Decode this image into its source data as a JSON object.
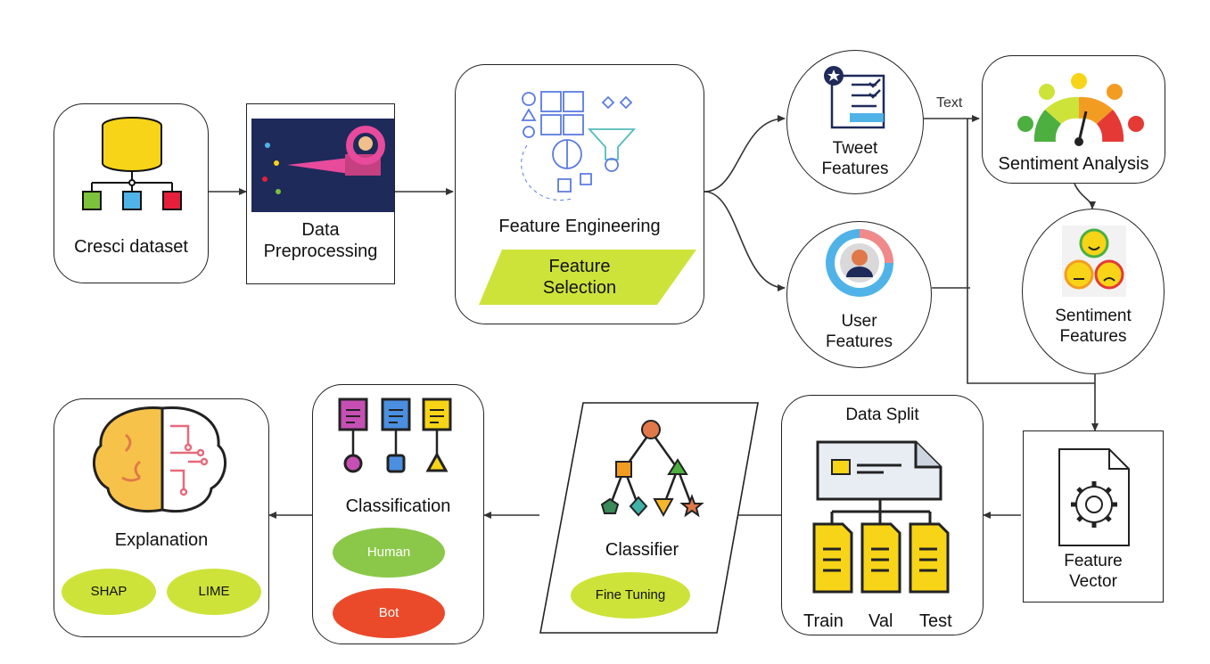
{
  "nodes": {
    "cresci": {
      "label": "Cresci dataset"
    },
    "preprocessing": {
      "line1": "Data",
      "line2": "Preprocessing"
    },
    "feature_engineering": {
      "label": "Feature Engineering",
      "selection_line1": "Feature",
      "selection_line2": "Selection"
    },
    "tweet_features": {
      "line1": "Tweet",
      "line2": "Features"
    },
    "user_features": {
      "line1": "User",
      "line2": "Features"
    },
    "sentiment_analysis": {
      "label": "Sentiment Analysis"
    },
    "sentiment_features": {
      "line1": "Sentiment",
      "line2": "Features"
    },
    "feature_vector": {
      "line1": "Feature",
      "line2": "Vector"
    },
    "data_split": {
      "title": "Data Split",
      "train": "Train",
      "val": "Val",
      "test": "Test"
    },
    "classifier": {
      "label": "Classifier",
      "fine_tuning": "Fine Tuning"
    },
    "classification": {
      "label": "Classification",
      "human": "Human",
      "bot": "Bot"
    },
    "explanation": {
      "label": "Explanation",
      "shap": "SHAP",
      "lime": "LIME"
    }
  },
  "edges": {
    "text_label": "Text"
  },
  "colors": {
    "lime_green": "#cde33a",
    "human_green": "#8bc84a",
    "bot_red": "#ea4a2a",
    "yellow": "#f7d417",
    "sentiment_green": "#4caf3f",
    "sentiment_red": "#e53935",
    "sentiment_orange": "#f39c22"
  },
  "icons": [
    "database-icon",
    "funnel-pipeline-icon",
    "feature-engineering-icon",
    "tweet-document-icon",
    "user-profile-icon",
    "sentiment-gauge-icon",
    "emoji-faces-icon",
    "gear-document-icon",
    "data-split-icon",
    "decision-tree-icon",
    "classification-tree-icon",
    "brain-circuit-icon"
  ]
}
